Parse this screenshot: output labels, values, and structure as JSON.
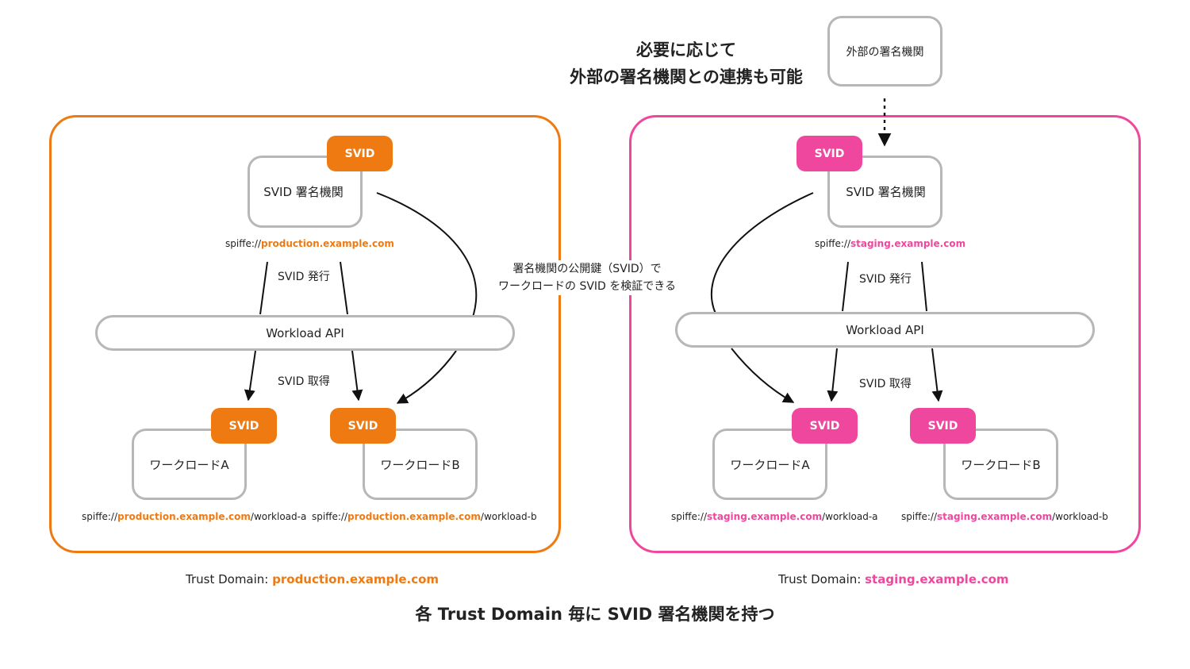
{
  "colors": {
    "production": "#ef7a12",
    "staging": "#f0479e",
    "node_border": "#b7b7b7"
  },
  "top_note": {
    "line1": "必要に応じて",
    "line2": "外部の署名機関との連携も可能"
  },
  "external_ca": {
    "label": "外部の署名機関"
  },
  "center_note": {
    "line1": "署名機関の公開鍵（SVID）で",
    "line2": "ワークロードの SVID を検証できる"
  },
  "badge_label": "SVID",
  "production": {
    "ca_label": "SVID 署名機関",
    "ca_uri_prefix": "spiffe://",
    "ca_uri_domain": "production.example.com",
    "issue_label": "SVID 発行",
    "api_label": "Workload API",
    "fetch_label": "SVID 取得",
    "workload_a": {
      "label": "ワークロードA",
      "uri_prefix": "spiffe://",
      "uri_domain": "production.example.com",
      "uri_path": "/workload-a"
    },
    "workload_b": {
      "label": "ワークロードB",
      "uri_prefix": "spiffe://",
      "uri_domain": "production.example.com",
      "uri_path": "/workload-b"
    },
    "trust_label": "Trust Domain: ",
    "trust_domain": "production.example.com"
  },
  "staging": {
    "ca_label": "SVID 署名機関",
    "ca_uri_prefix": "spiffe://",
    "ca_uri_domain": "staging.example.com",
    "issue_label": "SVID 発行",
    "api_label": "Workload API",
    "fetch_label": "SVID 取得",
    "workload_a": {
      "label": "ワークロードA",
      "uri_prefix": "spiffe://",
      "uri_domain": "staging.example.com",
      "uri_path": "/workload-a"
    },
    "workload_b": {
      "label": "ワークロードB",
      "uri_prefix": "spiffe://",
      "uri_domain": "staging.example.com",
      "uri_path": "/workload-b"
    },
    "trust_label": "Trust Domain: ",
    "trust_domain": "staging.example.com"
  },
  "bottom_caption": "各 Trust Domain 毎に SVID 署名機関を持つ"
}
